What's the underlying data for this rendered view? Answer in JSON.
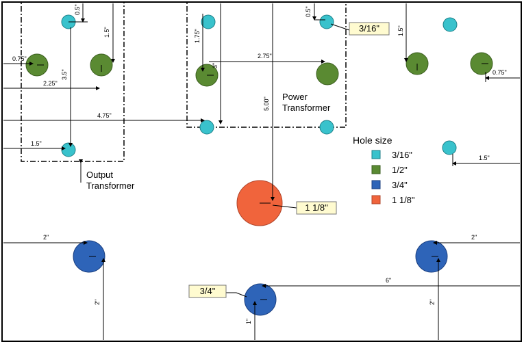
{
  "regions": {
    "output": "Output Transformer",
    "power": "Power Transformer"
  },
  "legend": {
    "title": "Hole size",
    "items": [
      {
        "label": "3/16\"",
        "color": "#39c2cc"
      },
      {
        "label": "1/2\"",
        "color": "#5a8a32"
      },
      {
        "label": "3/4\"",
        "color": "#2e64b8"
      },
      {
        "label": "1 1/8\"",
        "color": "#f0643c"
      }
    ]
  },
  "callouts": {
    "c316": "3/16\"",
    "c118": "1 1/8\"",
    "c34": "3/4\""
  },
  "dims": {
    "d05a": "0.5\"",
    "d15a": "1.5\"",
    "d075a": "0.75\"",
    "d35": "3.5\"",
    "d225": "2.25\"",
    "d475": "4.75\"",
    "d15b": "1.5\"",
    "d175": "1.75\"",
    "d3": "3\"",
    "d275": "2.75\"",
    "d500": "5.00\"",
    "d05b": "0.5\"",
    "d15c": "1.5\"",
    "d075b": "0.75\"",
    "d15d": "1.5\"",
    "d2a": "2\"",
    "d2b": "2\"",
    "d2c": "2\"",
    "d2d": "2\"",
    "d6": "6\"",
    "d1": "1\""
  }
}
